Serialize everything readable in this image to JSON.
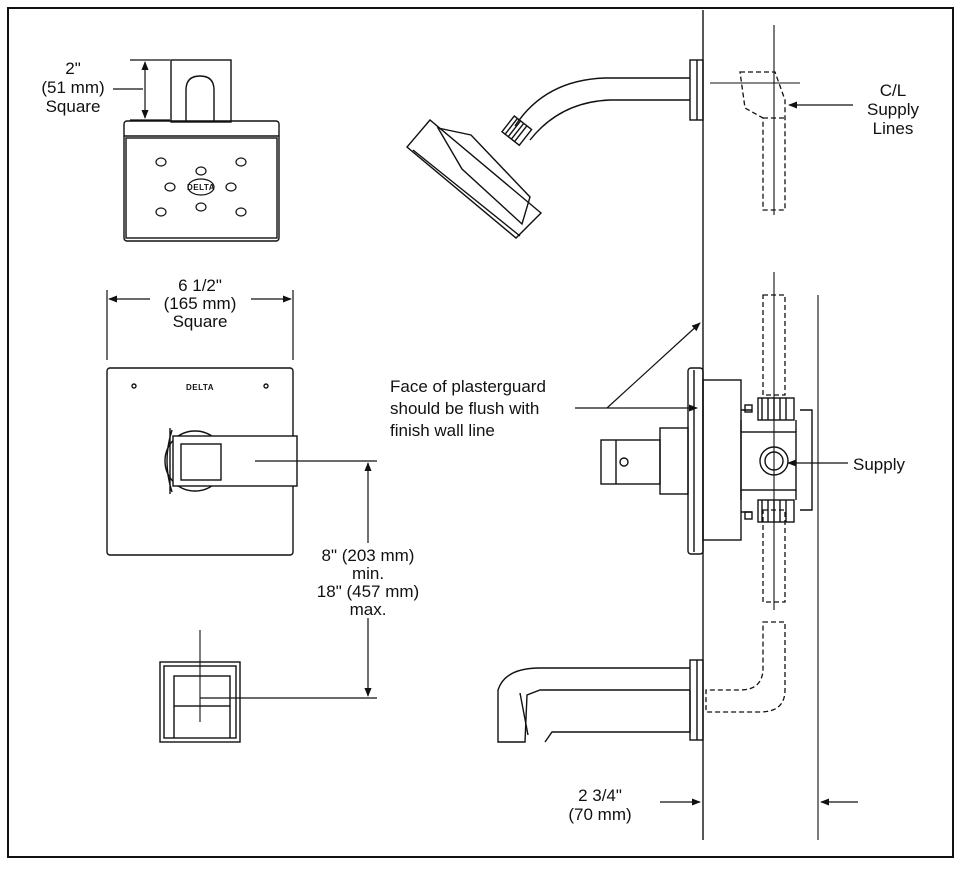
{
  "dimensions": {
    "head_square": [
      "2\"",
      "(51 mm)",
      "Square"
    ],
    "trim_square": [
      "6 1/2\"",
      "(165 mm)",
      "Square"
    ],
    "spout_spacing": [
      "8\" (203 mm)",
      "min.",
      "18\" (457 mm)",
      "max."
    ],
    "wall_depth": [
      "2 3/4\"",
      "(70 mm)"
    ]
  },
  "callouts": {
    "supply_lines": [
      "C/L",
      "Supply",
      "Lines"
    ],
    "plasterguard": [
      "Face of plasterguard",
      "should be flush with",
      "finish wall line"
    ],
    "supply": "Supply"
  },
  "brand_mark": "DELTA"
}
